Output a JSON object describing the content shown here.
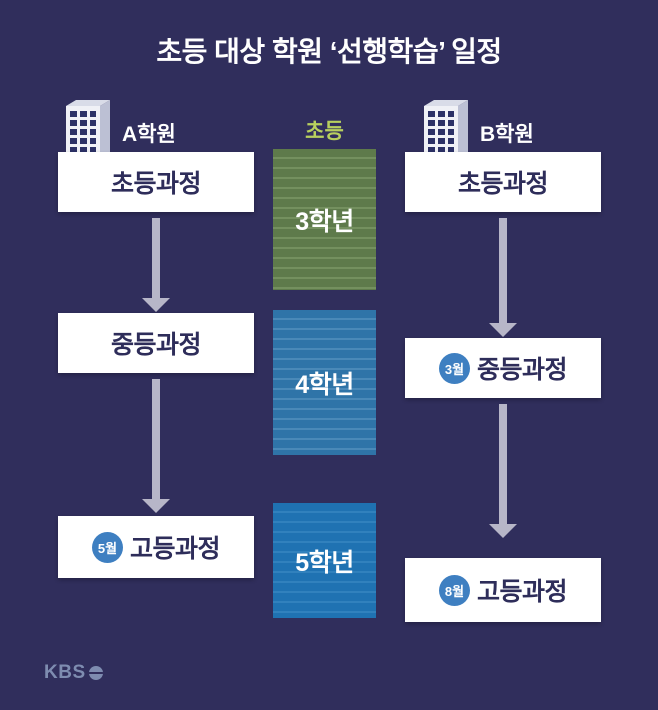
{
  "title": "초등 대상 학원 ‘선행학습’ 일정",
  "columns": {
    "left": {
      "academy": "A학원",
      "steps": [
        {
          "label": "초등과정"
        },
        {
          "label": "중등과정"
        },
        {
          "month": "5월",
          "label": "고등과정"
        }
      ]
    },
    "middle": {
      "header": "초등",
      "grades": [
        {
          "label": "3학년"
        },
        {
          "label": "4학년"
        },
        {
          "label": "5학년"
        }
      ]
    },
    "right": {
      "academy": "B학원",
      "steps": [
        {
          "label": "초등과정"
        },
        {
          "month": "3월",
          "label": "중등과정"
        },
        {
          "month": "8월",
          "label": "고등과정"
        }
      ]
    }
  },
  "footer": {
    "logo": "KBS"
  },
  "colors": {
    "bg": "#302e5c",
    "title": "#ffffff",
    "box_bg": "#ffffff",
    "box_text": "#2e2d5a",
    "arrow": "#b7b6c8",
    "academy_label": "#ffffff",
    "elementary_label": "#b8d05e",
    "grade_text": "#ffffff",
    "grade3_base": "#5e7a4b",
    "grade3_stripe": "#74905f",
    "grade4_base": "#2f74a8",
    "grade4_stripe": "#4a89b8",
    "grade5_base": "#1f72b2",
    "grade5_stripe": "#3181bd",
    "month_circle": "#3e7fc1",
    "month_text": "#ffffff",
    "kbs": "#7e8cb0",
    "building_front": "#f0f1f6",
    "building_side": "#bcc0d4",
    "building_top": "#d9dce8",
    "building_window": "#2c3166"
  }
}
